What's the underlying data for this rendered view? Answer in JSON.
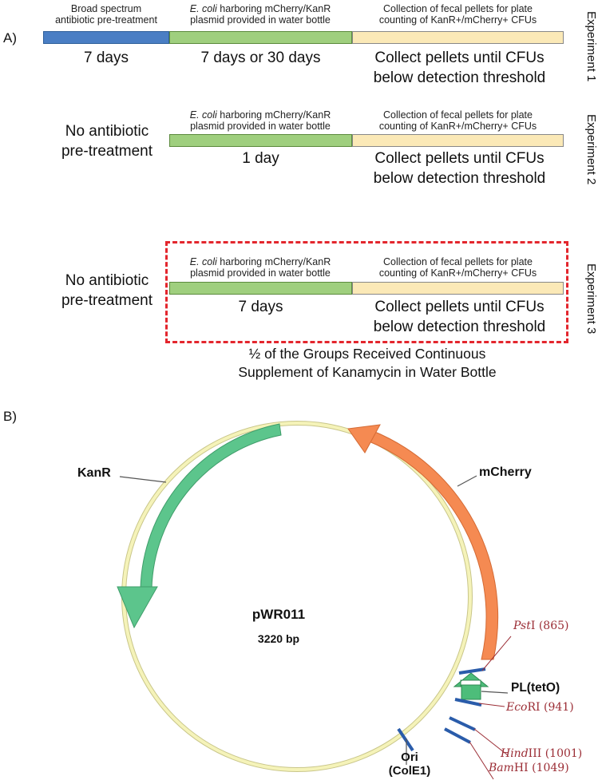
{
  "panel_a": {
    "label": "A)",
    "experiments": [
      {
        "side_label": "Experiment 1",
        "pretreat_header_line1": "Broad spectrum",
        "pretreat_header_line2": "antibiotic pre-treatment",
        "pretreat_duration": "7 days",
        "ecoli_header_italic": "E. coli",
        "ecoli_header_rest": " harboring mCherry/KanR",
        "ecoli_header_line2": "plasmid provided in water bottle",
        "ecoli_duration": "7 days or 30 days",
        "collect_header_line1": "Collection of fecal pellets for plate",
        "collect_header_line2": "counting of KanR+/mCherry+ CFUs",
        "collect_line1": "Collect pellets until CFUs",
        "collect_line2": "below detection threshold"
      },
      {
        "side_label": "Experiment 2",
        "pretreat_line1": "No antibiotic",
        "pretreat_line2": "pre-treatment",
        "ecoli_header_italic": "E. coli",
        "ecoli_header_rest": " harboring mCherry/KanR",
        "ecoli_header_line2": "plasmid provided in water bottle",
        "ecoli_duration": "1 day",
        "collect_header_line1": "Collection of fecal pellets for plate",
        "collect_header_line2": "counting of KanR+/mCherry+ CFUs",
        "collect_line1": "Collect pellets until CFUs",
        "collect_line2": "below detection threshold"
      },
      {
        "side_label": "Experiment 3",
        "pretreat_line1": "No antibiotic",
        "pretreat_line2": "pre-treatment",
        "ecoli_header_italic": "E. coli",
        "ecoli_header_rest": " harboring mCherry/KanR",
        "ecoli_header_line2": "plasmid provided in water bottle",
        "ecoli_duration": "7 days",
        "collect_header_line1": "Collection of fecal pellets for plate",
        "collect_header_line2": "counting of KanR+/mCherry+ CFUs",
        "collect_line1": "Collect pellets until CFUs",
        "collect_line2": "below detection threshold",
        "note_line1": "½ of the Groups Received Continuous",
        "note_line2": "Supplement of Kanamycin in Water Bottle"
      }
    ],
    "colors": {
      "pretreat_bar": "#4a7ec4",
      "ecoli_bar": "#9fcf7e",
      "collect_bar": "#fbe9b7",
      "dashed_box": "#e3262d"
    }
  },
  "panel_b": {
    "label": "B)",
    "plasmid_name": "pWR011",
    "plasmid_size": "3220 bp",
    "features": {
      "kanr": "KanR",
      "mcherry": "mCherry",
      "promoter": "PL(tetO)",
      "ori_line1": "Ori",
      "ori_line2": "(ColE1)"
    },
    "sites": [
      {
        "enzyme_italic": "Pst",
        "enzyme_rest": "I",
        "position": "(865)"
      },
      {
        "enzyme_italic": "Eco",
        "enzyme_rest": "RI",
        "position": "(941)"
      },
      {
        "enzyme_italic": "Hind",
        "enzyme_rest": "III",
        "position": "(1001)"
      },
      {
        "enzyme_italic": "Bam",
        "enzyme_rest": "HI",
        "position": "(1049)"
      }
    ],
    "colors": {
      "backbone": "#f5f3b9",
      "kanr": "#5cc58c",
      "mcherry": "#f58a52",
      "promoter": "#4dbd7a",
      "site_line": "#2a5caa",
      "site_label": "#9b2d35"
    }
  }
}
